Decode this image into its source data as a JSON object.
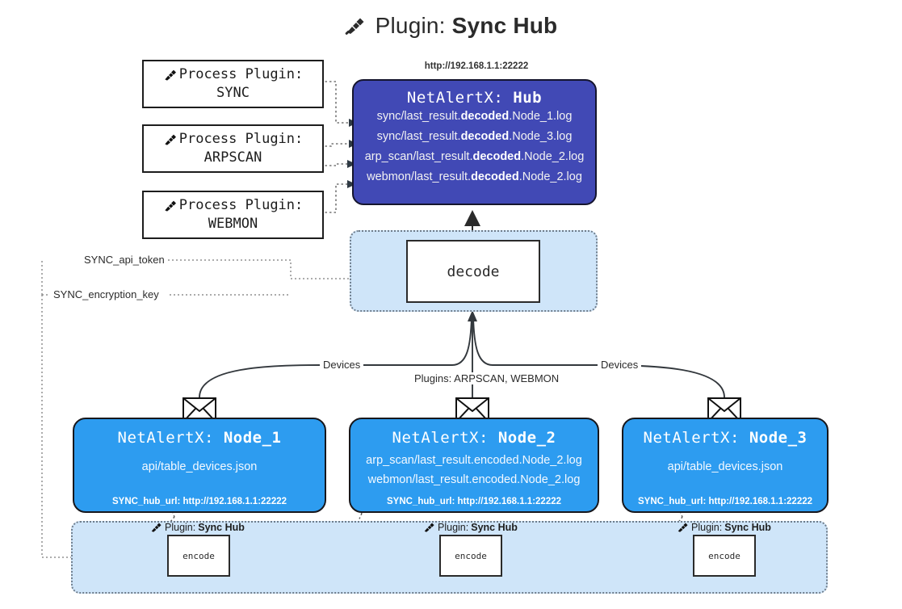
{
  "title": {
    "prefix": "Plugin:",
    "name": "Sync Hub",
    "icon": "plug-icon"
  },
  "process_plugins": [
    {
      "label": "Process Plugin:",
      "name": "SYNC"
    },
    {
      "label": "Process Plugin:",
      "name": "ARPSCAN"
    },
    {
      "label": "Process Plugin:",
      "name": "WEBMON"
    }
  ],
  "hub": {
    "url": "http://192.168.1.1:22222",
    "title_prefix": "NetAlertX:",
    "title_name": "Hub",
    "color": "#4149b5",
    "logs": [
      {
        "pre": "sync/last_result.",
        "mid": "decoded",
        "post": ".Node_1.log"
      },
      {
        "pre": "sync/last_result.",
        "mid": "decoded",
        "post": ".Node_3.log"
      },
      {
        "pre": "arp_scan/last_result.",
        "mid": "decoded",
        "post": ".Node_2.log"
      },
      {
        "pre": "webmon/last_result.",
        "mid": "decoded",
        "post": ".Node_2.log"
      }
    ]
  },
  "decode": {
    "label": "decode",
    "container_color": "#cfe5f9"
  },
  "secrets": [
    {
      "label": "SYNC_api_token"
    },
    {
      "label": "SYNC_encryption_key"
    }
  ],
  "edge_labels": {
    "left_devices": "Devices",
    "right_devices": "Devices",
    "center_plugins": "Plugins: ARPSCAN, WEBMON"
  },
  "nodes": [
    {
      "title_prefix": "NetAlertX:",
      "title_name": "Node_1",
      "lines": [
        "api/table_devices.json"
      ],
      "footer": "SYNC_hub_url: http://192.168.1.1:22222",
      "color": "#2d9cf0"
    },
    {
      "title_prefix": "NetAlertX:",
      "title_name": "Node_2",
      "lines": [
        "arp_scan/last_result.encoded.Node_2.log",
        "webmon/last_result.encoded.Node_2.log"
      ],
      "footer": "SYNC_hub_url: http://192.168.1.1:22222",
      "color": "#2d9cf0"
    },
    {
      "title_prefix": "NetAlertX:",
      "title_name": "Node_3",
      "lines": [
        "api/table_devices.json"
      ],
      "footer": "SYNC_hub_url: http://192.168.1.1:22222",
      "color": "#2d9cf0"
    }
  ],
  "encoders": [
    {
      "plugin_prefix": "Plugin:",
      "plugin_name": "Sync Hub",
      "label": "encode"
    },
    {
      "plugin_prefix": "Plugin:",
      "plugin_name": "Sync Hub",
      "label": "encode"
    },
    {
      "plugin_prefix": "Plugin:",
      "plugin_name": "Sync Hub",
      "label": "encode"
    }
  ]
}
